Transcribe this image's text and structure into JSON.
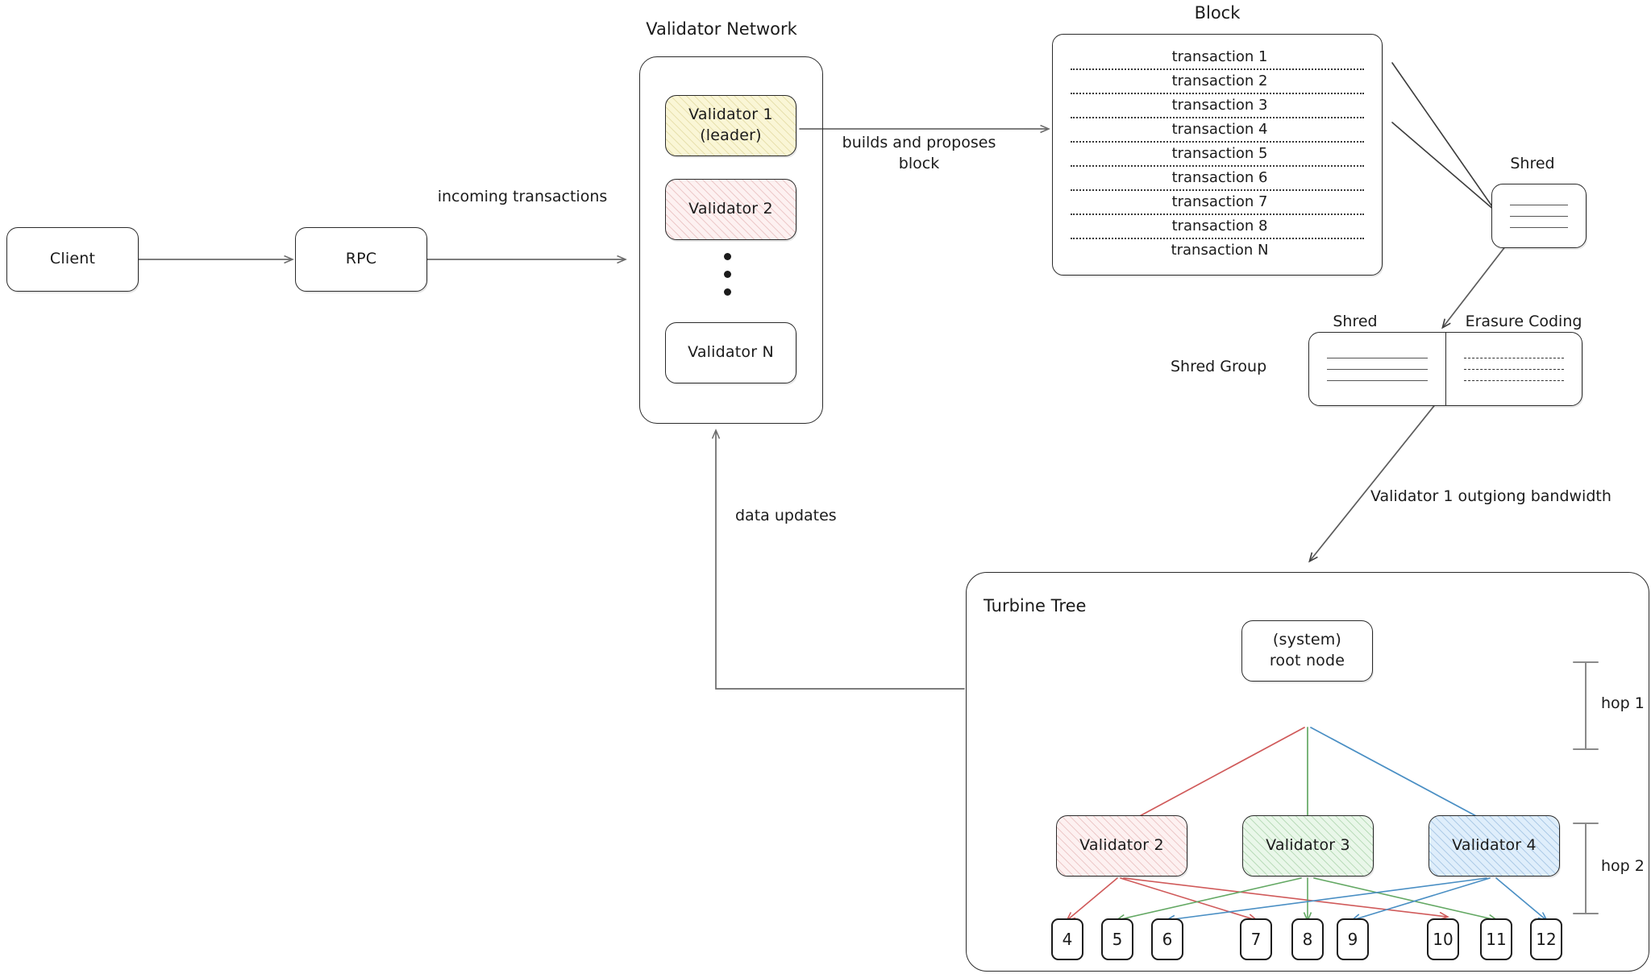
{
  "diagram": {
    "title": "Solana block propagation / Turbine",
    "colors": {
      "ink": "#1b1b1b",
      "arrow_gray": "#6b6b6b",
      "red": "#d05a5a",
      "green": "#63a863",
      "blue": "#4a8fc4",
      "yellow_fill": "#faf6d6",
      "pink_fill": "#fdf1f1",
      "green_fill": "#e9f7e9",
      "blue_fill": "#dfeefb"
    }
  },
  "client": {
    "label": "Client"
  },
  "rpc": {
    "label": "RPC"
  },
  "edges": {
    "incoming_transactions": "incoming transactions",
    "builds_and_proposes": "builds and proposes\nblock",
    "data_updates": "data updates",
    "outgoing_bandwidth": "Validator 1 outgiong bandwidth"
  },
  "validator_network": {
    "caption": "Validator Network",
    "validators": [
      {
        "label": "Validator 1\n(leader)",
        "fill": "yellow"
      },
      {
        "label": "Validator 2",
        "fill": "pink"
      },
      {
        "label": "Validator N",
        "fill": "none"
      }
    ],
    "ellipsis_dots": 3
  },
  "block": {
    "caption": "Block",
    "transactions": [
      "transaction 1",
      "transaction 2",
      "transaction 3",
      "transaction 4",
      "transaction 5",
      "transaction 6",
      "transaction 7",
      "transaction 8",
      "transaction N"
    ]
  },
  "shred": {
    "caption": "Shred",
    "lines": 3
  },
  "shred_group": {
    "caption": "Shred Group",
    "left_caption": "Shred",
    "right_caption": "Erasure Coding",
    "left_lines": 3,
    "right_lines": 3
  },
  "turbine_tree": {
    "caption": "Turbine Tree",
    "root": {
      "label": "(system)\nroot node"
    },
    "level1": [
      {
        "label": "Validator 2",
        "fill": "pink",
        "color": "red"
      },
      {
        "label": "Validator 3",
        "fill": "green",
        "color": "green"
      },
      {
        "label": "Validator 4",
        "fill": "blue",
        "color": "blue"
      }
    ],
    "leaves": [
      "4",
      "5",
      "6",
      "7",
      "8",
      "9",
      "10",
      "11",
      "12"
    ],
    "fanout": {
      "Validator 2": [
        "4",
        "7",
        "10"
      ],
      "Validator 3": [
        "5",
        "8",
        "11"
      ],
      "Validator 4": [
        "6",
        "9",
        "12"
      ]
    },
    "hops": [
      {
        "label": "hop 1"
      },
      {
        "label": "hop 2"
      }
    ]
  }
}
